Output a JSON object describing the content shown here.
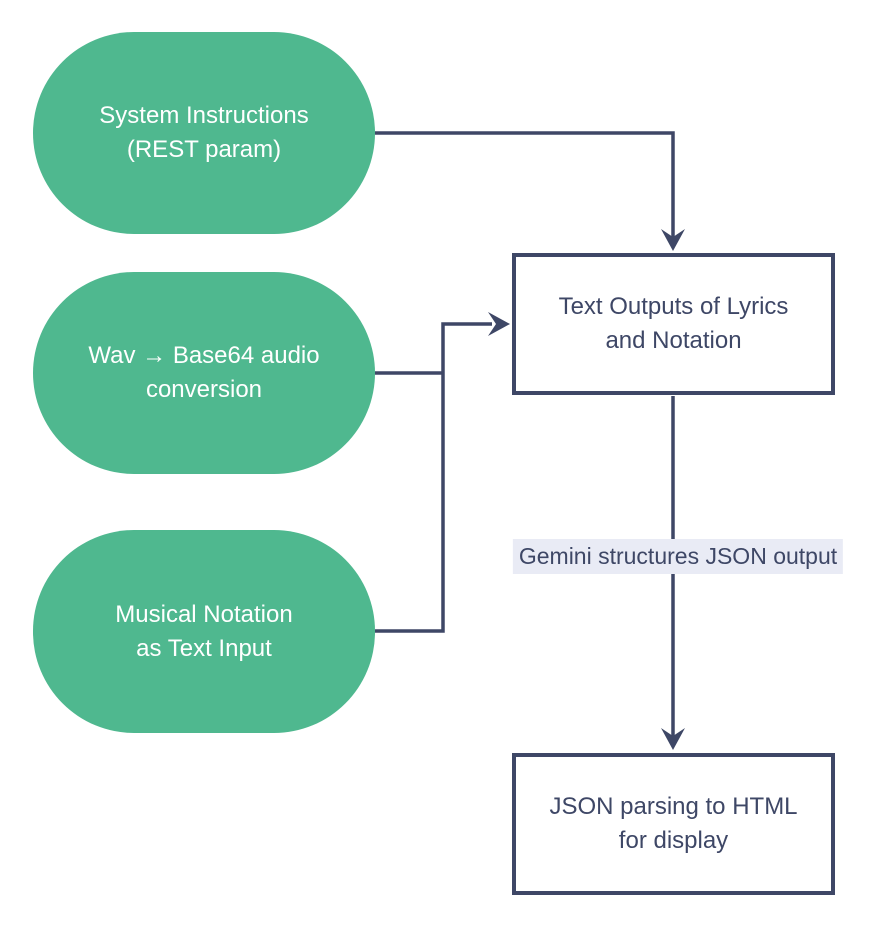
{
  "diagram": {
    "type": "flowchart",
    "background": "#ffffff",
    "colors": {
      "node_fill": "#4fb88f",
      "node_text": "#ffffff",
      "connector": "#3e4766",
      "box_border": "#3e4766",
      "box_fill": "#ffffff",
      "box_text": "#3e4766",
      "edge_label_bg": "#e9ebf5",
      "edge_label_text": "#3e4766"
    },
    "nodes": [
      {
        "id": "system-instructions",
        "shape": "stadium",
        "lines": [
          "System Instructions",
          "(REST param)"
        ]
      },
      {
        "id": "wav-base64",
        "shape": "stadium",
        "lines": [
          "Wav → Base64 audio",
          "conversion"
        ]
      },
      {
        "id": "musical-notation",
        "shape": "stadium",
        "lines": [
          "Musical Notation",
          "as Text Input"
        ]
      }
    ],
    "boxes": [
      {
        "id": "text-outputs",
        "shape": "rectangle",
        "lines": [
          "Text Outputs of Lyrics",
          "and Notation"
        ]
      },
      {
        "id": "json-parsing",
        "shape": "rectangle",
        "lines": [
          "JSON parsing to HTML",
          "for display"
        ]
      }
    ],
    "edges": [
      {
        "from": "system-instructions",
        "to": "text-outputs",
        "label": ""
      },
      {
        "from": "wav-base64",
        "to": "text-outputs",
        "label": ""
      },
      {
        "from": "musical-notation",
        "to": "text-outputs",
        "label": ""
      },
      {
        "from": "text-outputs",
        "to": "json-parsing",
        "label": "Gemini structures JSON output"
      }
    ],
    "edge_label": {
      "text": "Gemini structures JSON output"
    }
  }
}
